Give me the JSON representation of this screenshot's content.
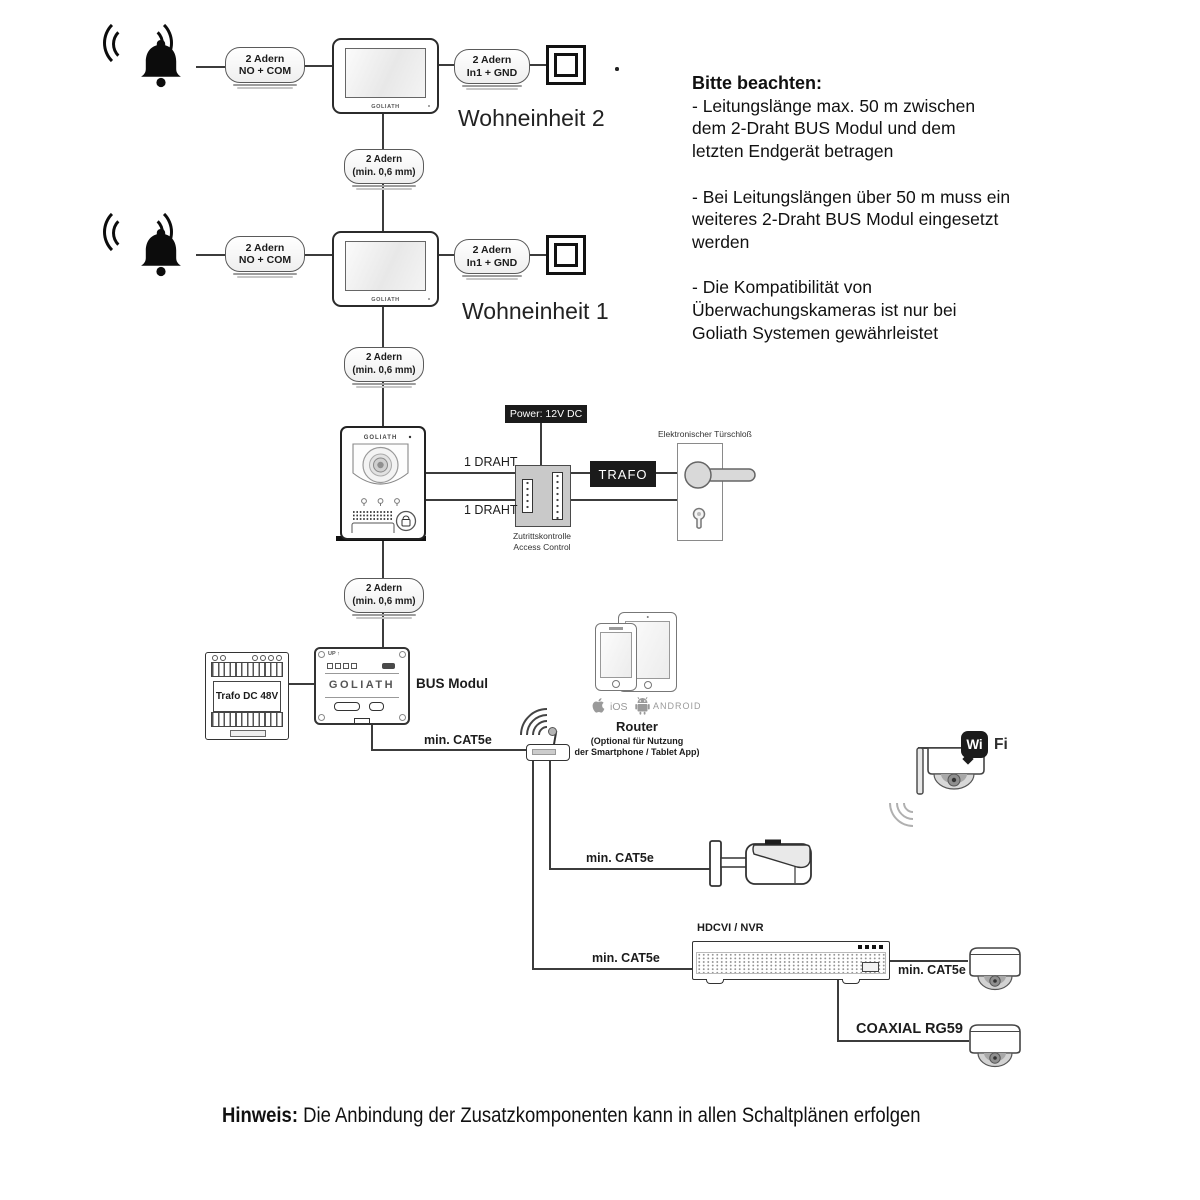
{
  "labels": {
    "unit2": "Wohneinheit 2",
    "unit1": "Wohneinheit 1",
    "adern2": "2 Adern",
    "no_com": "NO + COM",
    "in1_gnd": "In1 + GND",
    "min06": "(min. 0,6 mm)",
    "draht": "1 DRAHT",
    "power": "Power: 12V DC",
    "trafo": "TRAFO",
    "tuerschloss": "Elektronischer Türschloß",
    "zutritt_de": "Zutrittskontrolle",
    "zutritt_en": "Access Control",
    "trafo48": "Trafo DC 48V",
    "bus_modul": "BUS Modul",
    "up": "UP ↑",
    "goliath": "GOLIATH",
    "ios": "iOS",
    "android": "ANDROID",
    "router": "Router",
    "router_opt1": "(Optional für Nutzung",
    "router_opt2": "der Smartphone / Tablet App)",
    "cat5e": "min. CAT5e",
    "coax": "COAXIAL RG59",
    "nvr": "HDCVI / NVR",
    "wi": "Wi",
    "fi": "Fi"
  },
  "note": {
    "title": "Bitte beachten:",
    "lines": [
      "- Leitungslänge max. 50 m zwischen",
      "dem 2-Draht BUS Modul und dem",
      "letzten Endgerät betragen",
      "",
      "- Bei Leitungslängen über 50 m muss ein",
      "weiteres 2-Draht BUS Modul eingesetzt",
      "werden",
      "",
      "- Die Kompatibilität von",
      "Überwachungskameras ist nur bei",
      "Goliath Systemen gewährleistet"
    ]
  },
  "footer": {
    "bold": "Hinweis:",
    "rest": " Die Anbindung der Zusatzkomponenten kann in allen Schaltplänen erfolgen"
  },
  "icons": {
    "doorbell": "bell-icon",
    "light_switch": "light-switch-icon",
    "apple": "apple-logo-icon",
    "android_robot": "android-robot-icon",
    "wifi_waves": "wifi-waves-icon",
    "dome_camera": "dome-camera-icon",
    "bullet_camera": "bullet-camera-icon"
  },
  "colors": {
    "wire": "#3c3c3c",
    "black_box": "#1b1b1b",
    "module_gray": "#c9c9c9"
  }
}
